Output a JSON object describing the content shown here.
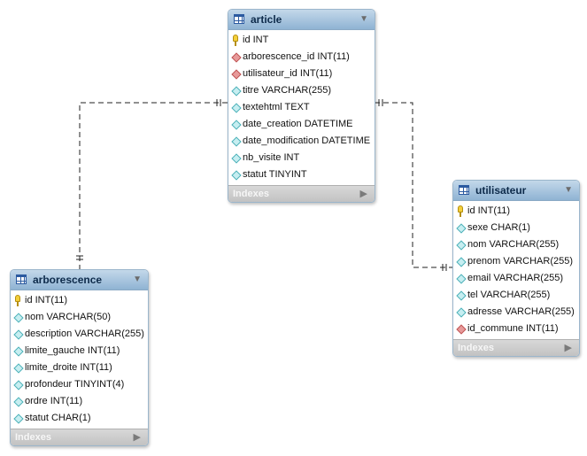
{
  "tables": {
    "article": {
      "name": "article",
      "indexes_label": "Indexes",
      "columns": [
        {
          "label": "id INT",
          "kind": "pk"
        },
        {
          "label": "arborescence_id INT(11)",
          "kind": "fk"
        },
        {
          "label": "utilisateur_id INT(11)",
          "kind": "fk"
        },
        {
          "label": "titre VARCHAR(255)",
          "kind": "attr"
        },
        {
          "label": "textehtml TEXT",
          "kind": "attr"
        },
        {
          "label": "date_creation DATETIME",
          "kind": "attr"
        },
        {
          "label": "date_modification DATETIME",
          "kind": "attr"
        },
        {
          "label": "nb_visite INT",
          "kind": "attr"
        },
        {
          "label": "statut TINYINT",
          "kind": "attr"
        }
      ]
    },
    "arborescence": {
      "name": "arborescence",
      "indexes_label": "Indexes",
      "columns": [
        {
          "label": "id INT(11)",
          "kind": "pk"
        },
        {
          "label": "nom VARCHAR(50)",
          "kind": "attr"
        },
        {
          "label": "description VARCHAR(255)",
          "kind": "attr"
        },
        {
          "label": "limite_gauche INT(11)",
          "kind": "attr"
        },
        {
          "label": "limite_droite INT(11)",
          "kind": "attr"
        },
        {
          "label": "profondeur TINYINT(4)",
          "kind": "attr"
        },
        {
          "label": "ordre INT(11)",
          "kind": "attr"
        },
        {
          "label": "statut CHAR(1)",
          "kind": "attr"
        }
      ]
    },
    "utilisateur": {
      "name": "utilisateur",
      "indexes_label": "Indexes",
      "columns": [
        {
          "label": "id INT(11)",
          "kind": "pk"
        },
        {
          "label": "sexe CHAR(1)",
          "kind": "attr"
        },
        {
          "label": "nom VARCHAR(255)",
          "kind": "attr"
        },
        {
          "label": "prenom VARCHAR(255)",
          "kind": "attr"
        },
        {
          "label": "email VARCHAR(255)",
          "kind": "attr"
        },
        {
          "label": "tel VARCHAR(255)",
          "kind": "attr"
        },
        {
          "label": "adresse VARCHAR(255)",
          "kind": "attr"
        },
        {
          "label": "id_commune INT(11)",
          "kind": "fk"
        }
      ]
    }
  },
  "icons": {
    "table": "table-grid-icon",
    "collapse": "triangle-down-icon",
    "indexes_expand": "triangle-right-icon",
    "pk": "key-icon",
    "fk": "red-diamond-icon",
    "attr": "cyan-diamond-icon"
  },
  "colors": {
    "header": "#9bbcd9",
    "pk": "#f3cf3a",
    "fk": "#e79a9a",
    "attr": "#c6eef1",
    "indexes_bar": "#c8c8c8"
  }
}
